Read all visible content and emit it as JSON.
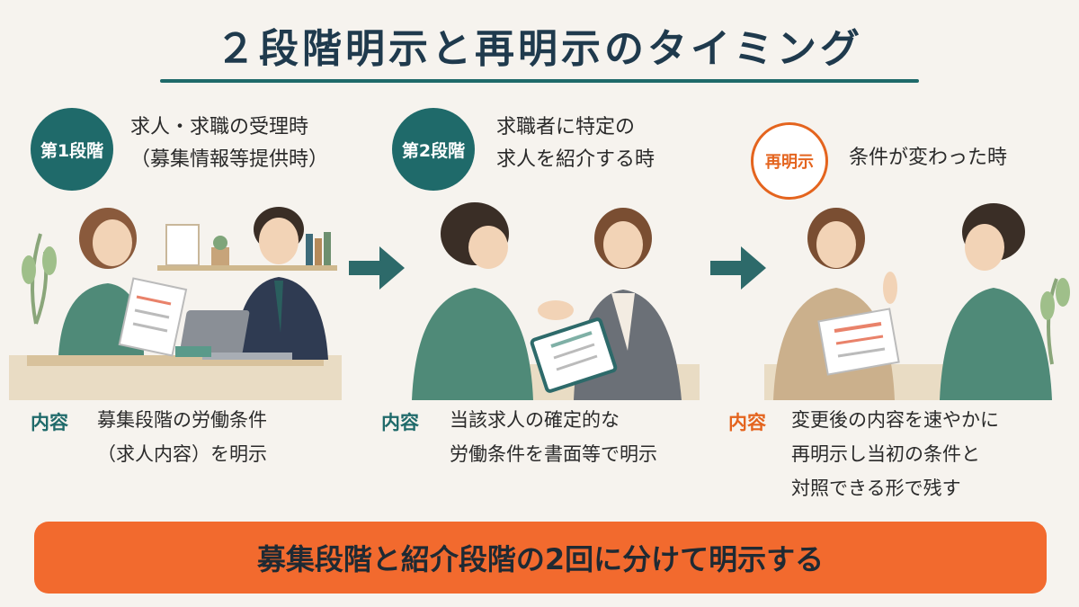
{
  "title": "２段階明示と再明示のタイミング",
  "stages": [
    {
      "badge": "第1段階",
      "heading_lines": [
        "求人・求職の受理時",
        "（募集情報等提供時）"
      ],
      "content_label": "内容",
      "content_lines": [
        "募集段階の労働条件",
        "（求人内容）を明示"
      ]
    },
    {
      "badge": "第2段階",
      "heading_lines": [
        "求職者に特定の",
        "求人を紹介する時"
      ],
      "content_label": "内容",
      "content_lines": [
        "当該求人の確定的な",
        "労働条件を書面等で明示"
      ]
    },
    {
      "badge": "再明示",
      "heading_lines": [
        "条件が変わった時"
      ],
      "content_label": "内容",
      "content_lines": [
        "変更後の内容を速やかに",
        "再明示し当初の条件と",
        "対照できる形で残す"
      ]
    }
  ],
  "banner": "募集段階と紹介段階の2回に分けて明示する",
  "colors": {
    "teal": "#1f6a6a",
    "orange": "#e4641e",
    "banner": "#f26a2e",
    "background": "#f6f3ee"
  }
}
